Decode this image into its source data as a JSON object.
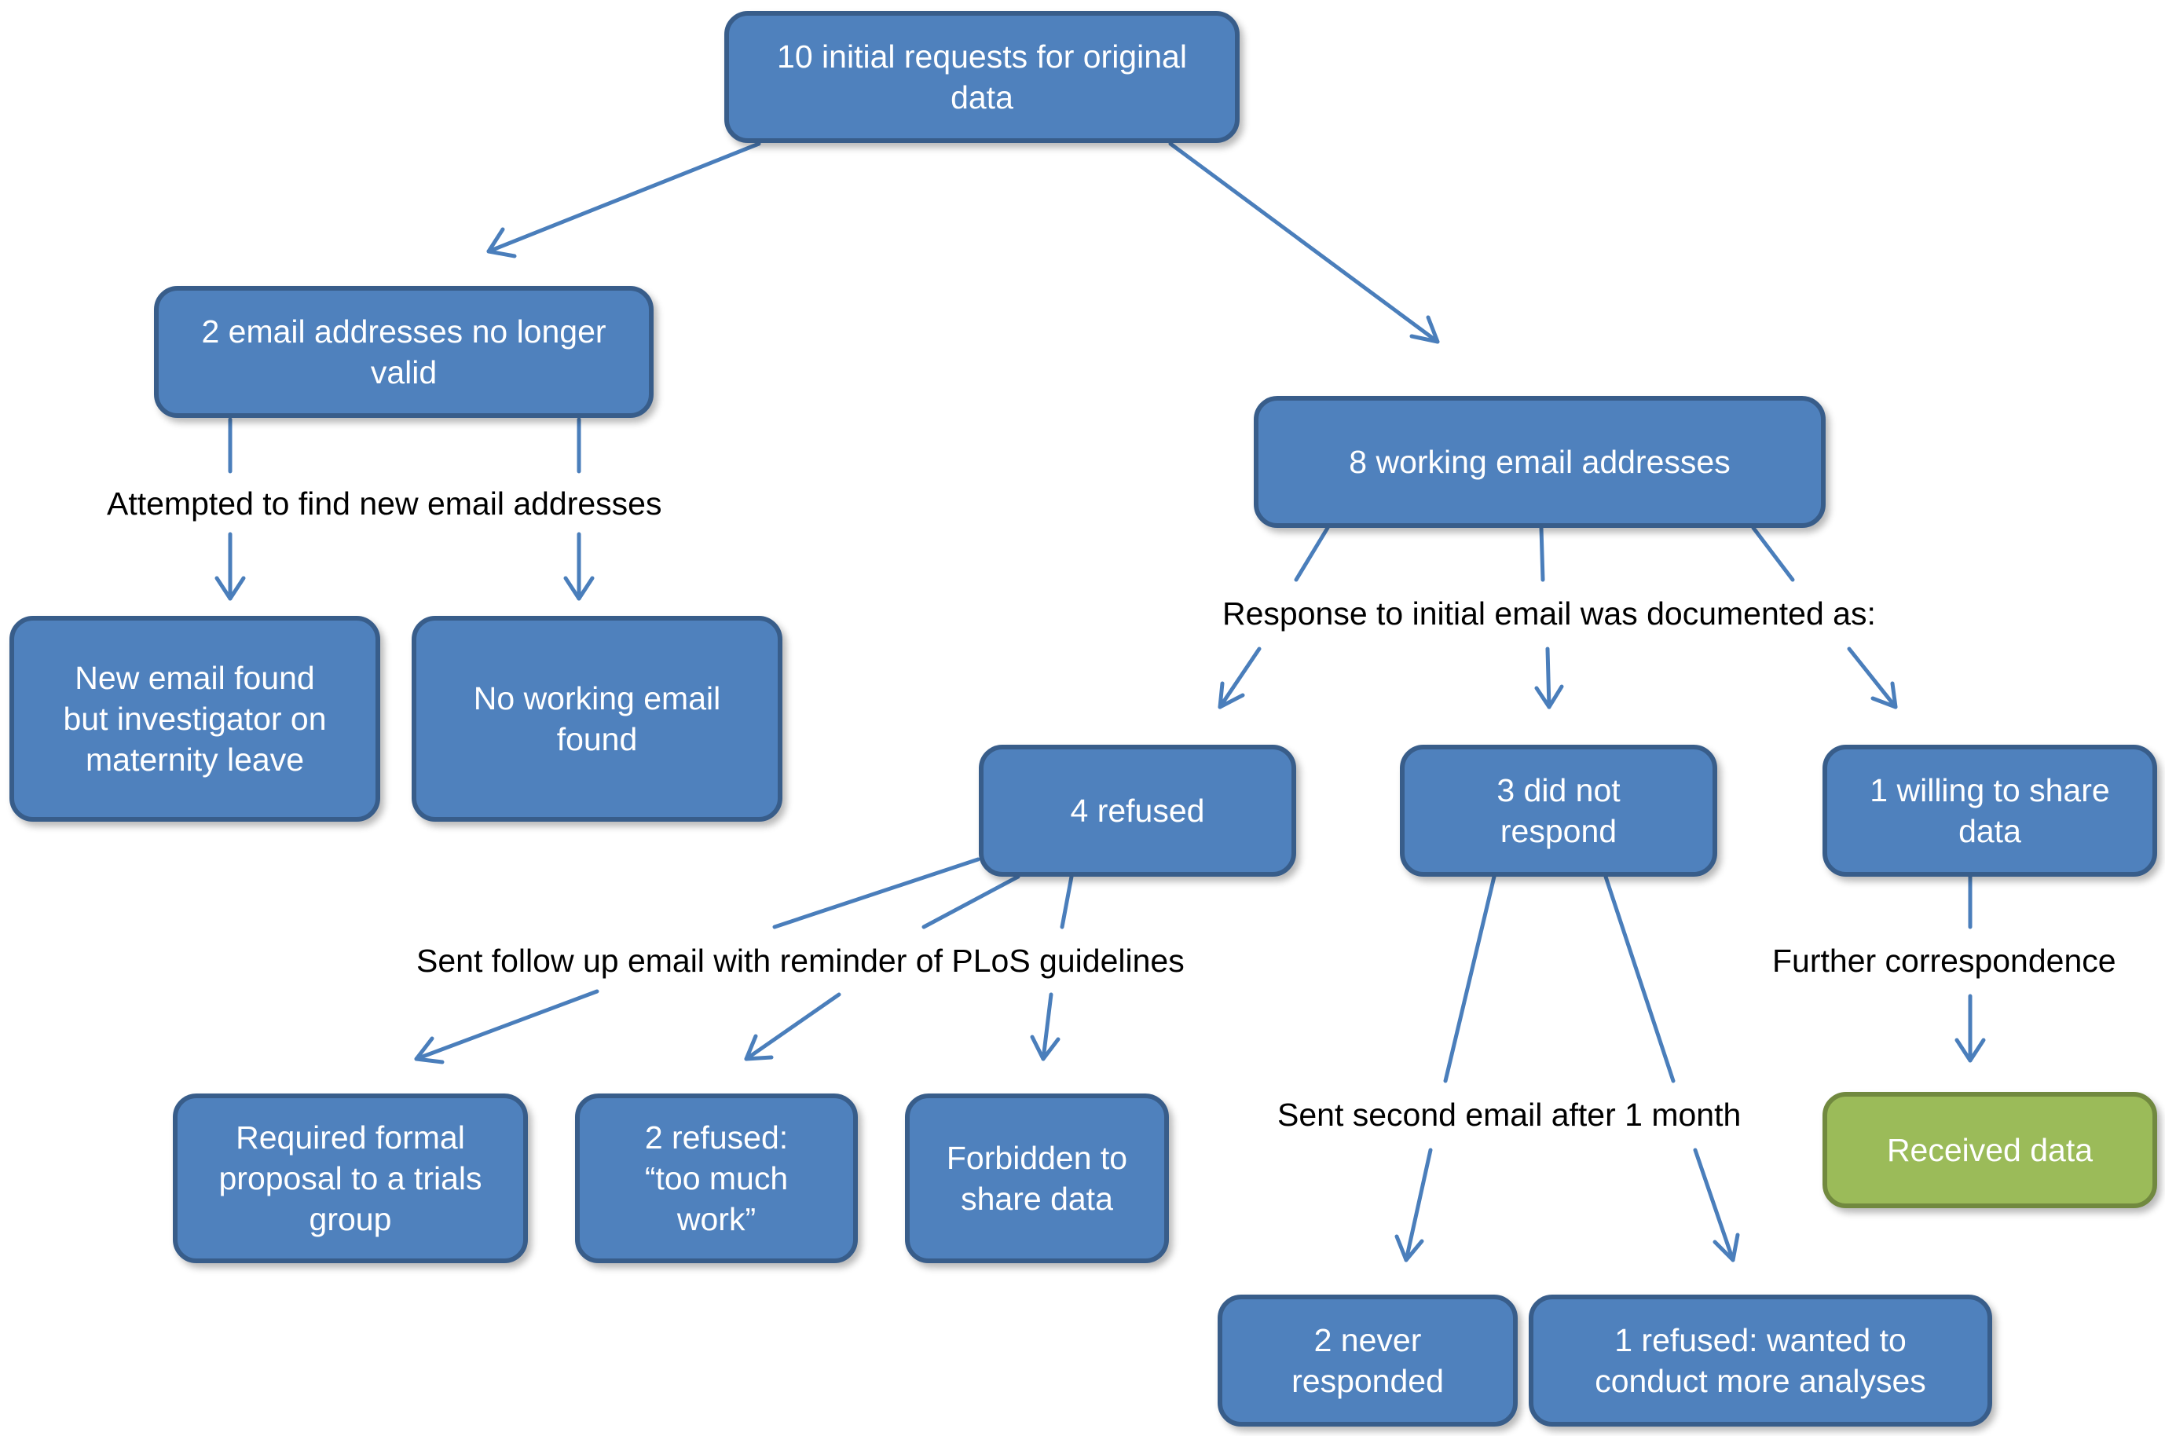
{
  "nodes": {
    "initial": "10 initial requests for original\ndata",
    "invalid": "2 email addresses no longer\nvalid",
    "working": "8 working email addresses",
    "maternity": "New email found\nbut investigator on\nmaternity leave",
    "no_email": "No working email\nfound",
    "refused4": "4 refused",
    "no_respond3": "3 did not\nrespond",
    "willing1": "1 willing to share\ndata",
    "formal": "Required formal\nproposal to a trials\ngroup",
    "too_much": "2 refused:\n“too much\nwork”",
    "forbidden": "Forbidden to\nshare data",
    "received": "Received data",
    "never2": "2 never\nresponded",
    "analyses": "1 refused: wanted to\nconduct more analyses"
  },
  "labels": {
    "attempted": "Attempted to find new email addresses",
    "documented": "Response to initial email was documented as:",
    "followup": "Sent follow up email with reminder of PLoS guidelines",
    "second": "Sent  second email after 1 month",
    "further": "Further correspondence"
  },
  "colors": {
    "box_fill": "#4f81bd",
    "box_border": "#385d8a",
    "green_fill": "#9bbb59",
    "arrow": "#4a7ebb"
  }
}
